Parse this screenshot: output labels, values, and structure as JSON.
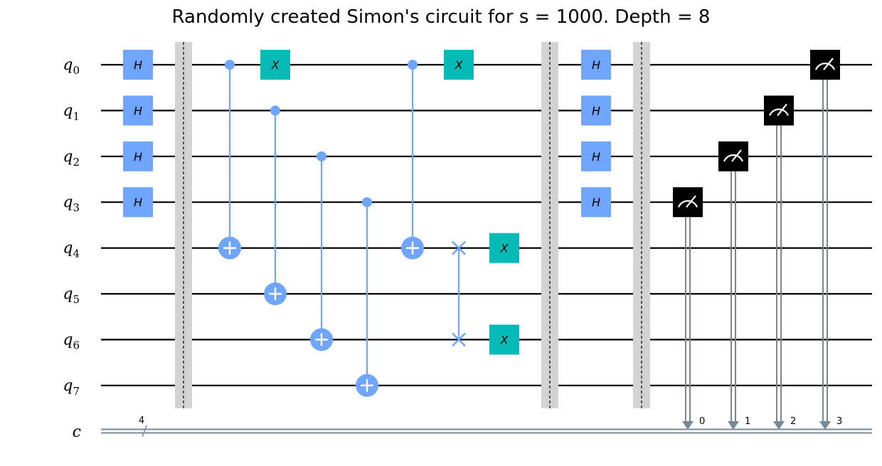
{
  "title": "Randomly created Simon's circuit for s = 1000. Depth = 8",
  "qubits": [
    {
      "name": "q",
      "index": "0"
    },
    {
      "name": "q",
      "index": "1"
    },
    {
      "name": "q",
      "index": "2"
    },
    {
      "name": "q",
      "index": "3"
    },
    {
      "name": "q",
      "index": "4"
    },
    {
      "name": "q",
      "index": "5"
    },
    {
      "name": "q",
      "index": "6"
    },
    {
      "name": "q",
      "index": "7"
    }
  ],
  "classical_register": {
    "name": "c",
    "width": "4"
  },
  "colors": {
    "hadamard": "#6fa4ff",
    "pauli_x": "#05bab6",
    "control": "#6fa4ff",
    "measure": "#000000",
    "barrier": "#d3d3d3",
    "classical_wire": "#778899"
  },
  "operations": [
    {
      "type": "gate",
      "label": "H",
      "column": 1,
      "qubit": 0
    },
    {
      "type": "gate",
      "label": "H",
      "column": 1,
      "qubit": 1
    },
    {
      "type": "gate",
      "label": "H",
      "column": 1,
      "qubit": 2
    },
    {
      "type": "gate",
      "label": "H",
      "column": 1,
      "qubit": 3
    },
    {
      "type": "barrier",
      "column": 2
    },
    {
      "type": "cx",
      "column": 3,
      "control": 0,
      "target": 4
    },
    {
      "type": "gate",
      "label": "X",
      "column": 4,
      "qubit": 0
    },
    {
      "type": "cx",
      "column": 4,
      "control": 1,
      "target": 5
    },
    {
      "type": "cx",
      "column": 5,
      "control": 2,
      "target": 6
    },
    {
      "type": "cx",
      "column": 6,
      "control": 3,
      "target": 7
    },
    {
      "type": "cx",
      "column": 7,
      "control": 0,
      "target": 4
    },
    {
      "type": "gate",
      "label": "X",
      "column": 8,
      "qubit": 0
    },
    {
      "type": "swap",
      "column": 8,
      "qubits": [
        4,
        6
      ]
    },
    {
      "type": "gate",
      "label": "X",
      "column": 9,
      "qubit": 4
    },
    {
      "type": "gate",
      "label": "X",
      "column": 9,
      "qubit": 6
    },
    {
      "type": "barrier",
      "column": 10
    },
    {
      "type": "gate",
      "label": "H",
      "column": 11,
      "qubit": 0
    },
    {
      "type": "gate",
      "label": "H",
      "column": 11,
      "qubit": 1
    },
    {
      "type": "gate",
      "label": "H",
      "column": 11,
      "qubit": 2
    },
    {
      "type": "gate",
      "label": "H",
      "column": 11,
      "qubit": 3
    },
    {
      "type": "barrier",
      "column": 12
    },
    {
      "type": "measure",
      "column": 13,
      "qubit": 3,
      "clbit": "0"
    },
    {
      "type": "measure",
      "column": 14,
      "qubit": 2,
      "clbit": "1"
    },
    {
      "type": "measure",
      "column": 15,
      "qubit": 1,
      "clbit": "2"
    },
    {
      "type": "measure",
      "column": 16,
      "qubit": 0,
      "clbit": "3"
    }
  ]
}
